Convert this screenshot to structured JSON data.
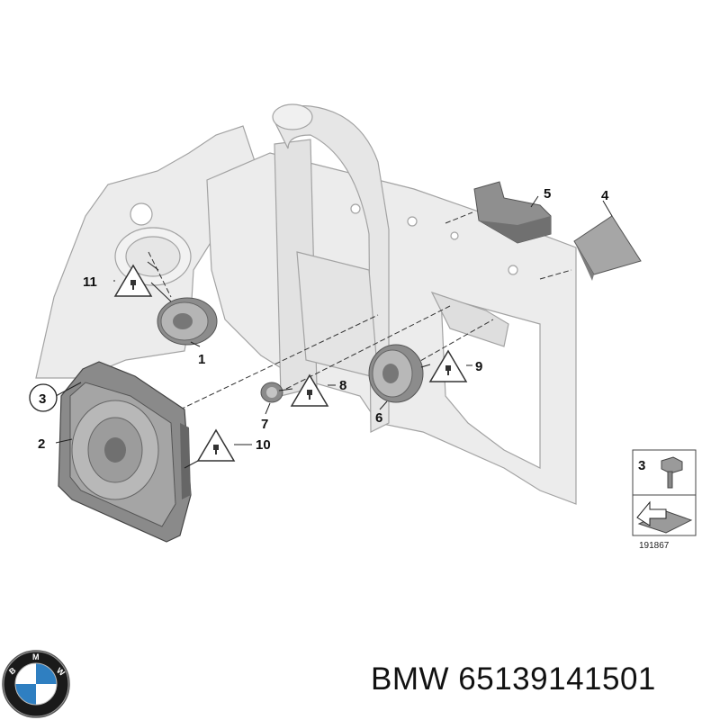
{
  "diagram": {
    "callouts": {
      "c1": "1",
      "c2": "2",
      "c3": "3",
      "c4": "4",
      "c5": "5",
      "c6": "6",
      "c7": "7",
      "c8": "8",
      "c9": "9",
      "c10": "10",
      "c11": "11"
    },
    "inset": {
      "callout": "3",
      "drawing_number": "191867"
    }
  },
  "footer": {
    "brand": "BMW",
    "part_number": "65139141501",
    "logo_icon": "bmw-roundel-icon"
  },
  "colors": {
    "body_panel": "#e9e9e9",
    "outline": "#9a9a9a",
    "part_dark": "#6f6f6f",
    "part_mid": "#a8a8a8",
    "text": "#111111"
  }
}
